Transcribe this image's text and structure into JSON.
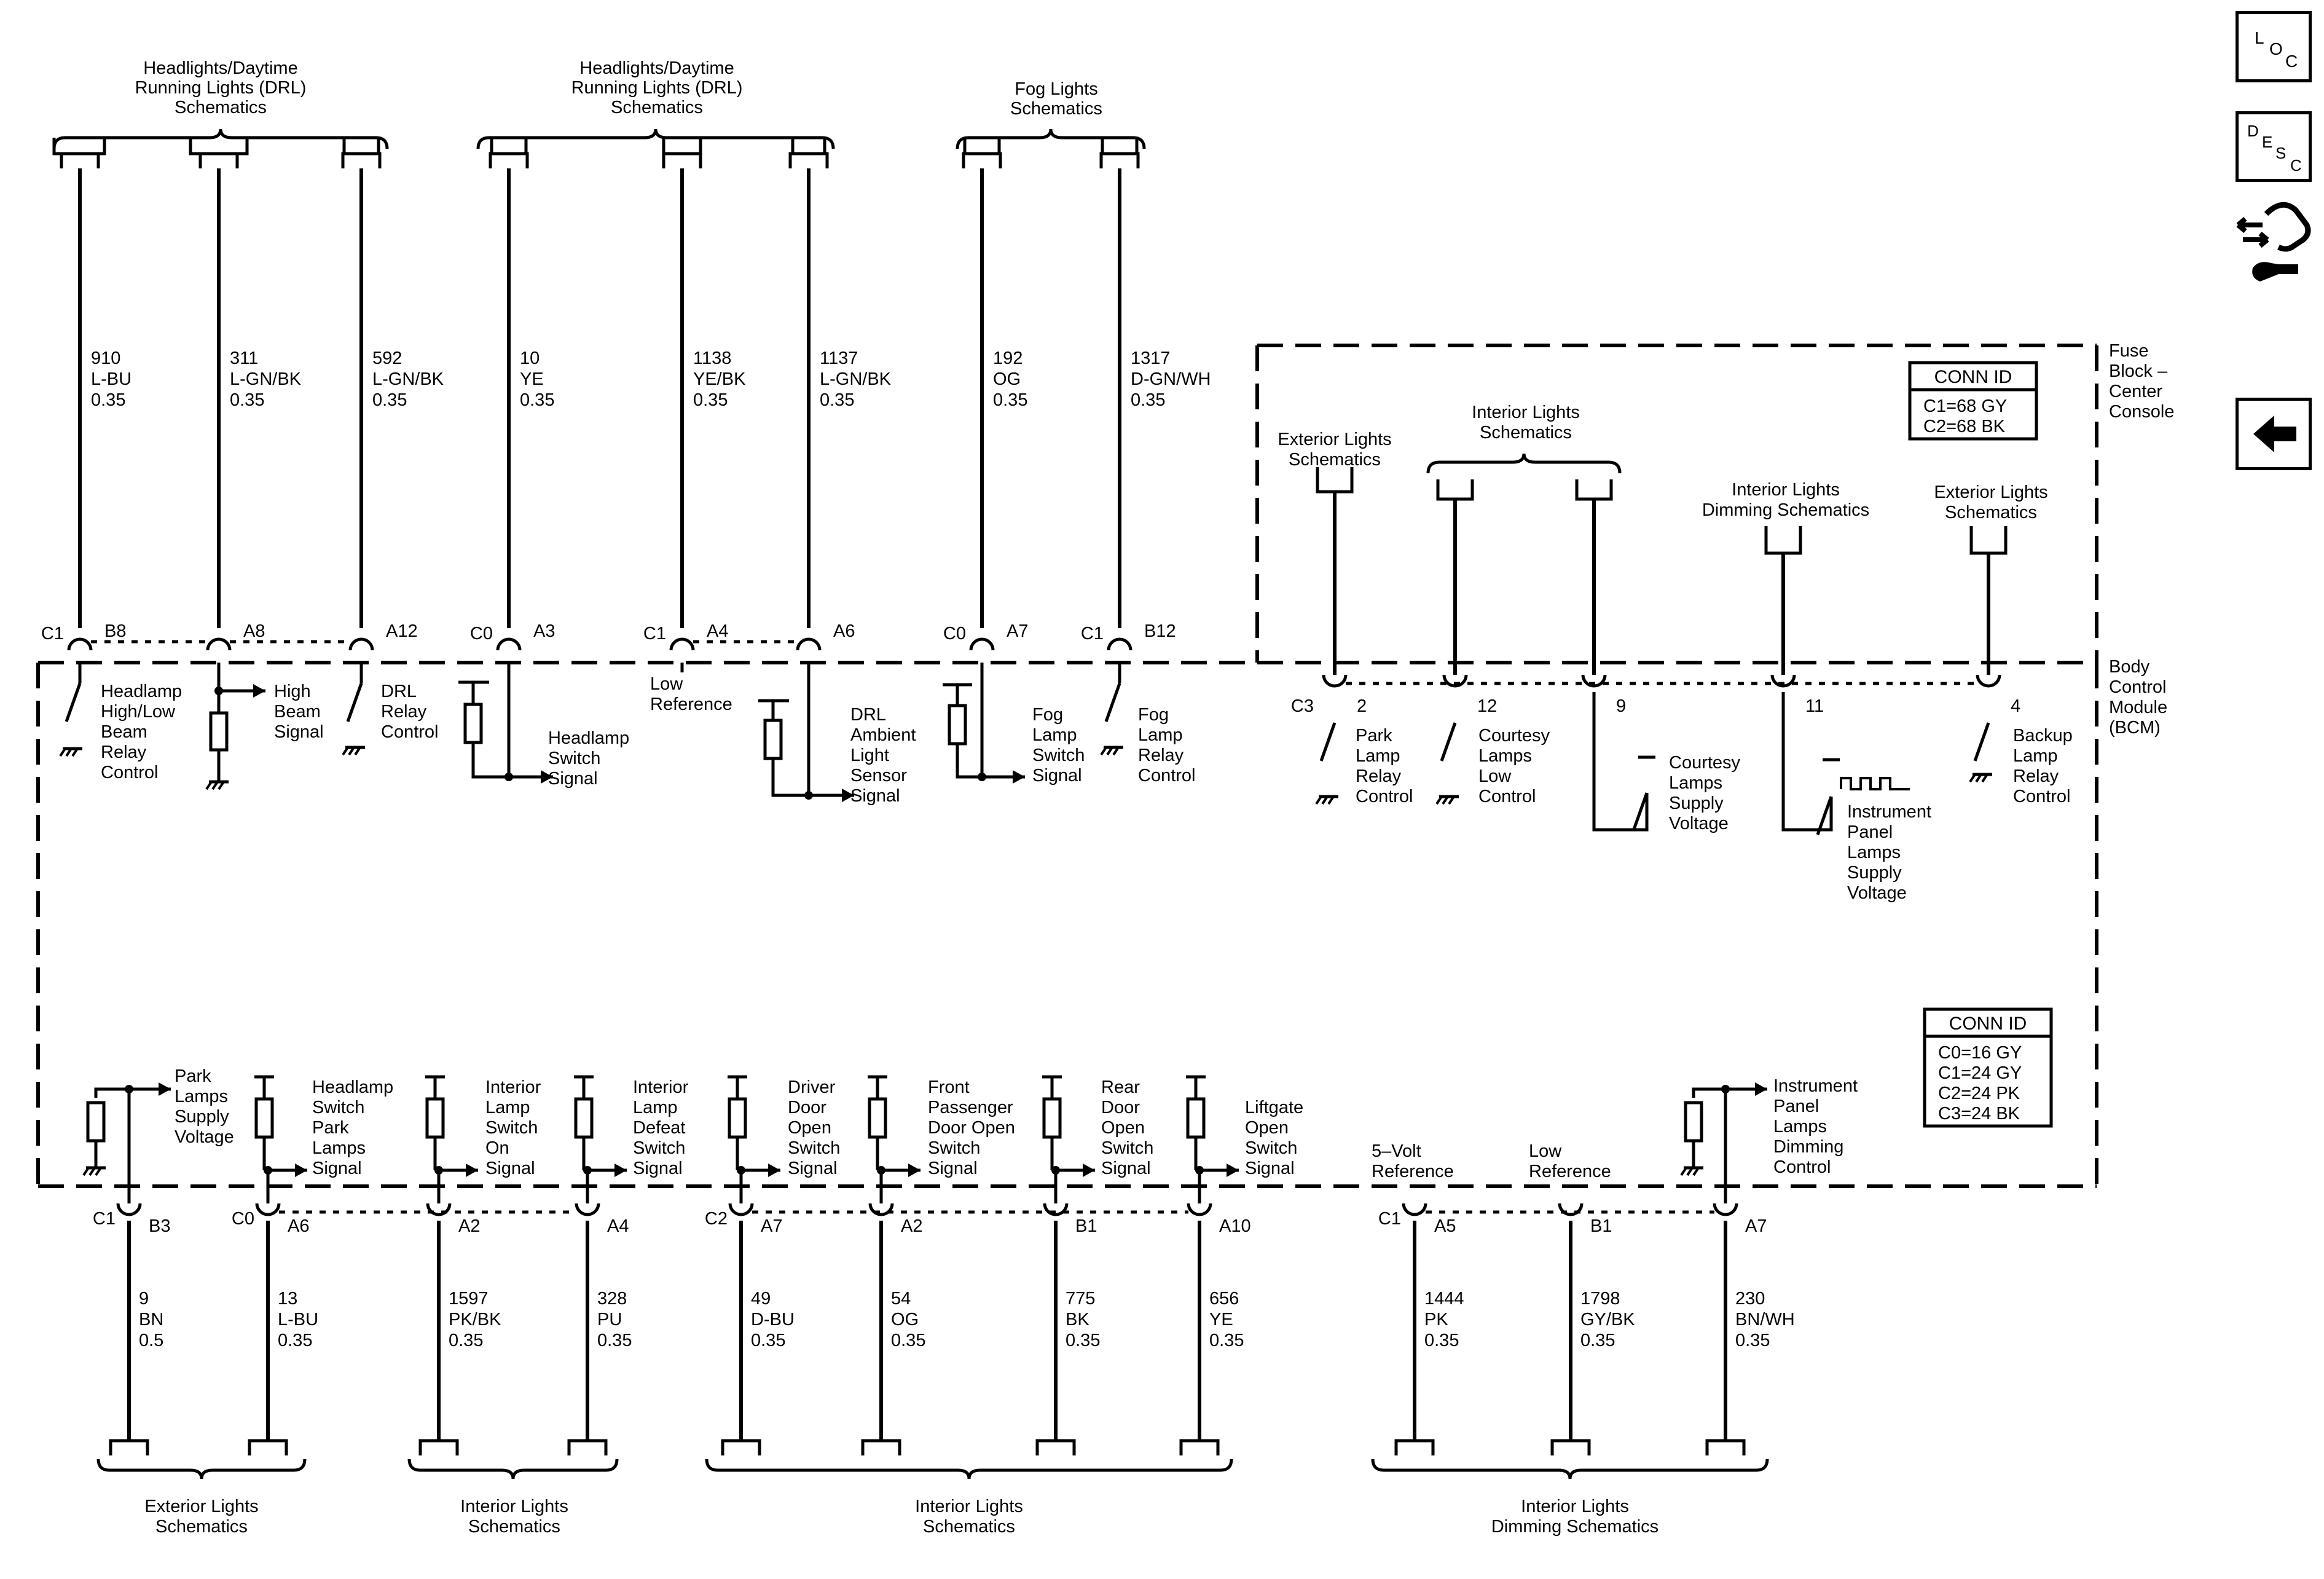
{
  "palette": {
    "ink": "#000000",
    "paper": "#ffffff"
  },
  "sidebar": [
    {
      "name": "loc-button",
      "icon": "location-icon",
      "letters": [
        "L",
        "O",
        "C"
      ]
    },
    {
      "name": "desc-button",
      "icon": "description-icon",
      "letters": [
        "D",
        "E",
        "S",
        "C"
      ]
    },
    {
      "name": "repair-button",
      "icon": "hand-wrench-icon"
    },
    {
      "name": "back-button",
      "icon": "back-arrow-icon"
    }
  ],
  "modules": {
    "fuse_block": [
      "Fuse",
      "Block –",
      "Center",
      "Console"
    ],
    "bcm": [
      "Body",
      "Control",
      "Module",
      "(BCM)"
    ]
  },
  "conn_tables": [
    {
      "title": "CONN ID",
      "rows": [
        "C1=68 GY",
        "C2=68 BK"
      ]
    },
    {
      "title": "CONN ID",
      "rows": [
        "C0=16 GY",
        "C1=24 GY",
        "C2=24 PK",
        "C3=24 BK"
      ]
    }
  ],
  "top_groups": [
    {
      "lines": [
        "Headlights/Daytime",
        "Running Lights (DRL)",
        "Schematics"
      ]
    },
    {
      "lines": [
        "Headlights/Daytime",
        "Running Lights (DRL)",
        "Schematics"
      ]
    },
    {
      "lines": [
        "Fog Lights",
        "Schematics"
      ]
    }
  ],
  "top_wires": [
    {
      "circuit": "910",
      "color": "L-BU",
      "gauge": "0.35",
      "conn": "C1",
      "pin": "B8",
      "desc": [
        "Headlamp",
        "High/Low",
        "Beam",
        "Relay",
        "Control"
      ]
    },
    {
      "circuit": "311",
      "color": "L-GN/BK",
      "gauge": "0.35",
      "conn": "",
      "pin": "A8",
      "desc": [
        "High",
        "Beam",
        "Signal"
      ]
    },
    {
      "circuit": "592",
      "color": "L-GN/BK",
      "gauge": "0.35",
      "conn": "",
      "pin": "A12",
      "desc": [
        "DRL",
        "Relay",
        "Control"
      ]
    },
    {
      "circuit": "10",
      "color": "YE",
      "gauge": "0.35",
      "conn": "C0",
      "pin": "A3",
      "desc": [
        "Headlamp",
        "Switch",
        "Signal"
      ]
    },
    {
      "circuit": "1138",
      "color": "YE/BK",
      "gauge": "0.35",
      "conn": "C1",
      "pin": "A4",
      "desc": [
        "Low",
        "Reference"
      ]
    },
    {
      "circuit": "1137",
      "color": "L-GN/BK",
      "gauge": "0.35",
      "conn": "",
      "pin": "A6",
      "desc": [
        "DRL",
        "Ambient",
        "Light",
        "Sensor",
        "Signal"
      ]
    },
    {
      "circuit": "192",
      "color": "OG",
      "gauge": "0.35",
      "conn": "C0",
      "pin": "A7",
      "desc": [
        "Fog",
        "Lamp",
        "Switch",
        "Signal"
      ]
    },
    {
      "circuit": "1317",
      "color": "D-GN/WH",
      "gauge": "0.35",
      "conn": "C1",
      "pin": "B12",
      "desc": [
        "Fog",
        "Lamp",
        "Relay",
        "Control"
      ]
    }
  ],
  "fuse_refs": [
    {
      "lines": [
        "Exterior Lights",
        "Schematics"
      ]
    },
    {
      "lines": [
        "Interior Lights",
        "Schematics"
      ]
    },
    {
      "lines": [
        "Interior Lights",
        "Dimming Schematics"
      ]
    },
    {
      "lines": [
        "Exterior Lights",
        "Schematics"
      ]
    }
  ],
  "fuse_wires": [
    {
      "conn": "C3",
      "pin": "2",
      "desc": [
        "Park",
        "Lamp",
        "Relay",
        "Control"
      ]
    },
    {
      "conn": "",
      "pin": "12",
      "desc": [
        "Courtesy",
        "Lamps",
        "Low",
        "Control"
      ]
    },
    {
      "conn": "",
      "pin": "9",
      "desc": [
        "Courtesy",
        "Lamps",
        "Supply",
        "Voltage"
      ]
    },
    {
      "conn": "",
      "pin": "11",
      "desc": [
        "Instrument",
        "Panel",
        "Lamps",
        "Supply",
        "Voltage"
      ]
    },
    {
      "conn": "",
      "pin": "4",
      "desc": [
        "Backup",
        "Lamp",
        "Relay",
        "Control"
      ]
    }
  ],
  "bottom_wires": [
    {
      "circuit": "9",
      "color": "BN",
      "gauge": "0.5",
      "conn": "C1",
      "pin": "B3",
      "desc": [
        "Park",
        "Lamps",
        "Supply",
        "Voltage"
      ]
    },
    {
      "circuit": "13",
      "color": "L-BU",
      "gauge": "0.35",
      "conn": "C0",
      "pin": "A6",
      "desc": [
        "Headlamp",
        "Switch",
        "Park",
        "Lamps",
        "Signal"
      ]
    },
    {
      "circuit": "1597",
      "color": "PK/BK",
      "gauge": "0.35",
      "conn": "",
      "pin": "A2",
      "desc": [
        "Interior",
        "Lamp",
        "Switch",
        "On",
        "Signal"
      ]
    },
    {
      "circuit": "328",
      "color": "PU",
      "gauge": "0.35",
      "conn": "",
      "pin": "A4",
      "desc": [
        "Interior",
        "Lamp",
        "Defeat",
        "Switch",
        "Signal"
      ]
    },
    {
      "circuit": "49",
      "color": "D-BU",
      "gauge": "0.35",
      "conn": "C2",
      "pin": "A7",
      "desc": [
        "Driver",
        "Door",
        "Open",
        "Switch",
        "Signal"
      ]
    },
    {
      "circuit": "54",
      "color": "OG",
      "gauge": "0.35",
      "conn": "",
      "pin": "A2",
      "desc": [
        "Front",
        "Passenger",
        "Door Open",
        "Switch",
        "Signal"
      ]
    },
    {
      "circuit": "775",
      "color": "BK",
      "gauge": "0.35",
      "conn": "",
      "pin": "B1",
      "desc": [
        "Rear",
        "Door",
        "Open",
        "Switch",
        "Signal"
      ]
    },
    {
      "circuit": "656",
      "color": "YE",
      "gauge": "0.35",
      "conn": "",
      "pin": "A10",
      "desc": [
        "Liftgate",
        "Open",
        "Switch",
        "Signal"
      ]
    },
    {
      "circuit": "1444",
      "color": "PK",
      "gauge": "0.35",
      "conn": "C1",
      "pin": "A5",
      "desc": [
        "5–Volt",
        "Reference"
      ]
    },
    {
      "circuit": "1798",
      "color": "GY/BK",
      "gauge": "0.35",
      "conn": "",
      "pin": "B1",
      "desc": [
        "Low",
        "Reference"
      ]
    },
    {
      "circuit": "230",
      "color": "BN/WH",
      "gauge": "0.35",
      "conn": "",
      "pin": "A7",
      "desc": [
        "Instrument",
        "Panel",
        "Lamps",
        "Dimming",
        "Control"
      ]
    }
  ],
  "bottom_groups": [
    {
      "lines": [
        "Exterior Lights",
        "Schematics"
      ]
    },
    {
      "lines": [
        "Interior Lights",
        "Schematics"
      ]
    },
    {
      "lines": [
        "Interior Lights",
        "Schematics"
      ]
    },
    {
      "lines": [
        "Interior Lights",
        "Dimming Schematics"
      ]
    }
  ]
}
